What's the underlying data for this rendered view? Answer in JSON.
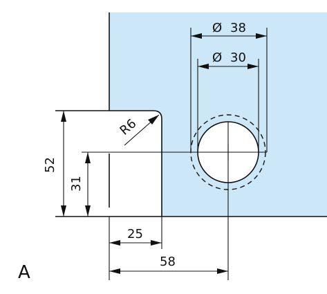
{
  "view_label": "A",
  "dimensions": {
    "outer_diameter": {
      "value": "38",
      "symbol": "Ø"
    },
    "inner_diameter": {
      "value": "30",
      "symbol": "Ø"
    },
    "corner_radius": "R6",
    "total_height": "52",
    "center_height": "31",
    "fitting_width": "25",
    "center_offset": "58"
  },
  "colors": {
    "glass": "#cce8f8",
    "line": "#111111",
    "background": "#ffffff"
  }
}
